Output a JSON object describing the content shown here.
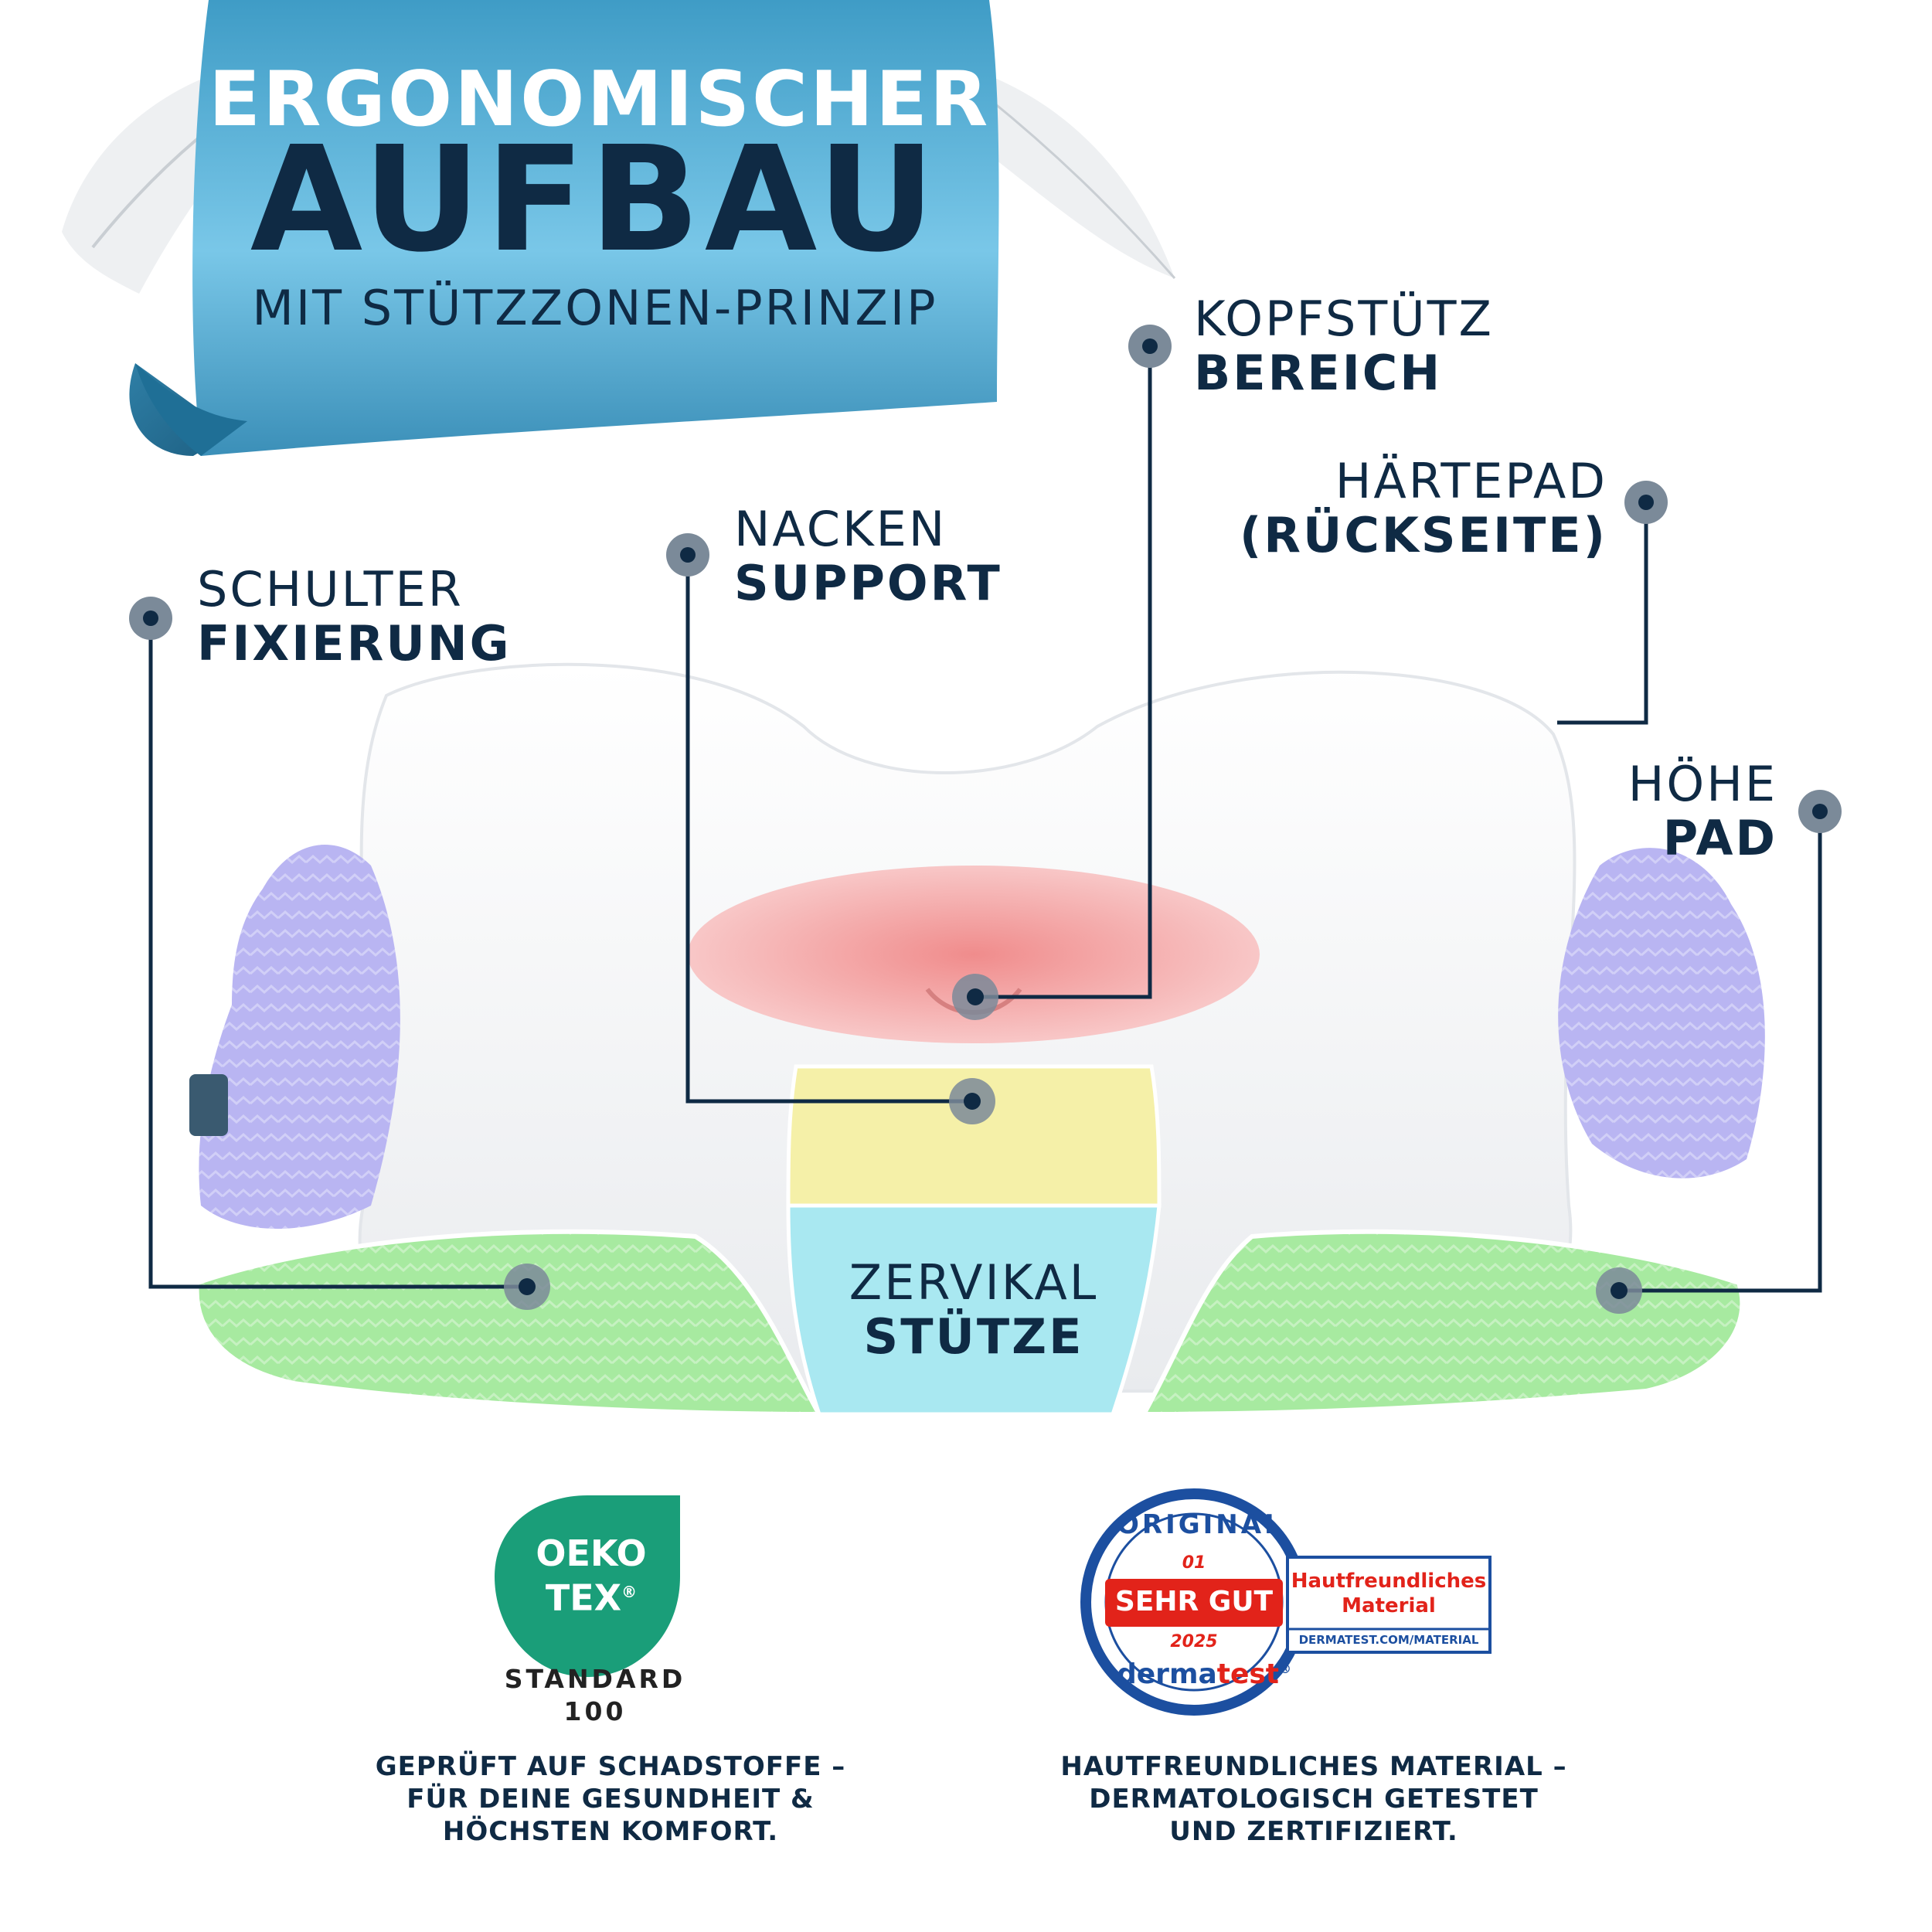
{
  "banner": {
    "line1": "ERGONOMISCHER",
    "line2": "AUFBAU",
    "line3": "MIT STÜTZZONEN-PRINZIP"
  },
  "callouts": {
    "kopfstuetz": {
      "thin": "KOPFSTÜTZ",
      "bold": "BEREICH"
    },
    "haertepad": {
      "thin": "HÄRTEPAD",
      "bold": "(RÜCKSEITE)"
    },
    "nacken": {
      "thin": "NACKEN",
      "bold": "SUPPORT"
    },
    "schulter": {
      "thin": "SCHULTER",
      "bold": "FIXIERUNG"
    },
    "hoehe": {
      "thin": "HÖHE",
      "bold": "PAD"
    },
    "zervikal": {
      "thin": "ZERVIKAL",
      "bold": "STÜTZE"
    }
  },
  "certifications": {
    "oekotex": {
      "logo_line1": "OEKO",
      "logo_line2": "TEX",
      "registered": "®",
      "standard_line1": "STANDARD",
      "standard_line2": "100",
      "description_lines": [
        "GEPRÜFT AUF SCHADSTOFFE –",
        "FÜR DEINE GESUNDHEIT &",
        "HÖCHSTEN KOMFORT."
      ]
    },
    "dermatest": {
      "seal_top": "ORIGINAL",
      "seal_number": "01",
      "seal_rating": "SEHR GUT",
      "seal_year": "2025",
      "seal_brand_a": "derma",
      "seal_brand_b": "test",
      "registered": "®",
      "box_title_line1": "Hautfreundliches",
      "box_title_line2": "Material",
      "box_url": "DERMATEST.COM/MATERIAL",
      "description_lines": [
        "HAUTFREUNDLICHES MATERIAL –",
        "DERMATOLOGISCH GETESTET",
        "UND ZERTIFIZIERT."
      ]
    }
  },
  "colors": {
    "navy": "#0f2a44",
    "banner_blue": "#5fb3d9",
    "zone_red": "#f4a7a7",
    "zone_yellow": "#f5f0a8",
    "zone_cyan": "#a9e8f1",
    "zone_green": "#a7eaa0",
    "zone_purple": "#b9b5f2",
    "oeko_green": "#1a9e79",
    "derma_red": "#e2231a",
    "derma_blue": "#1c4fa0"
  }
}
